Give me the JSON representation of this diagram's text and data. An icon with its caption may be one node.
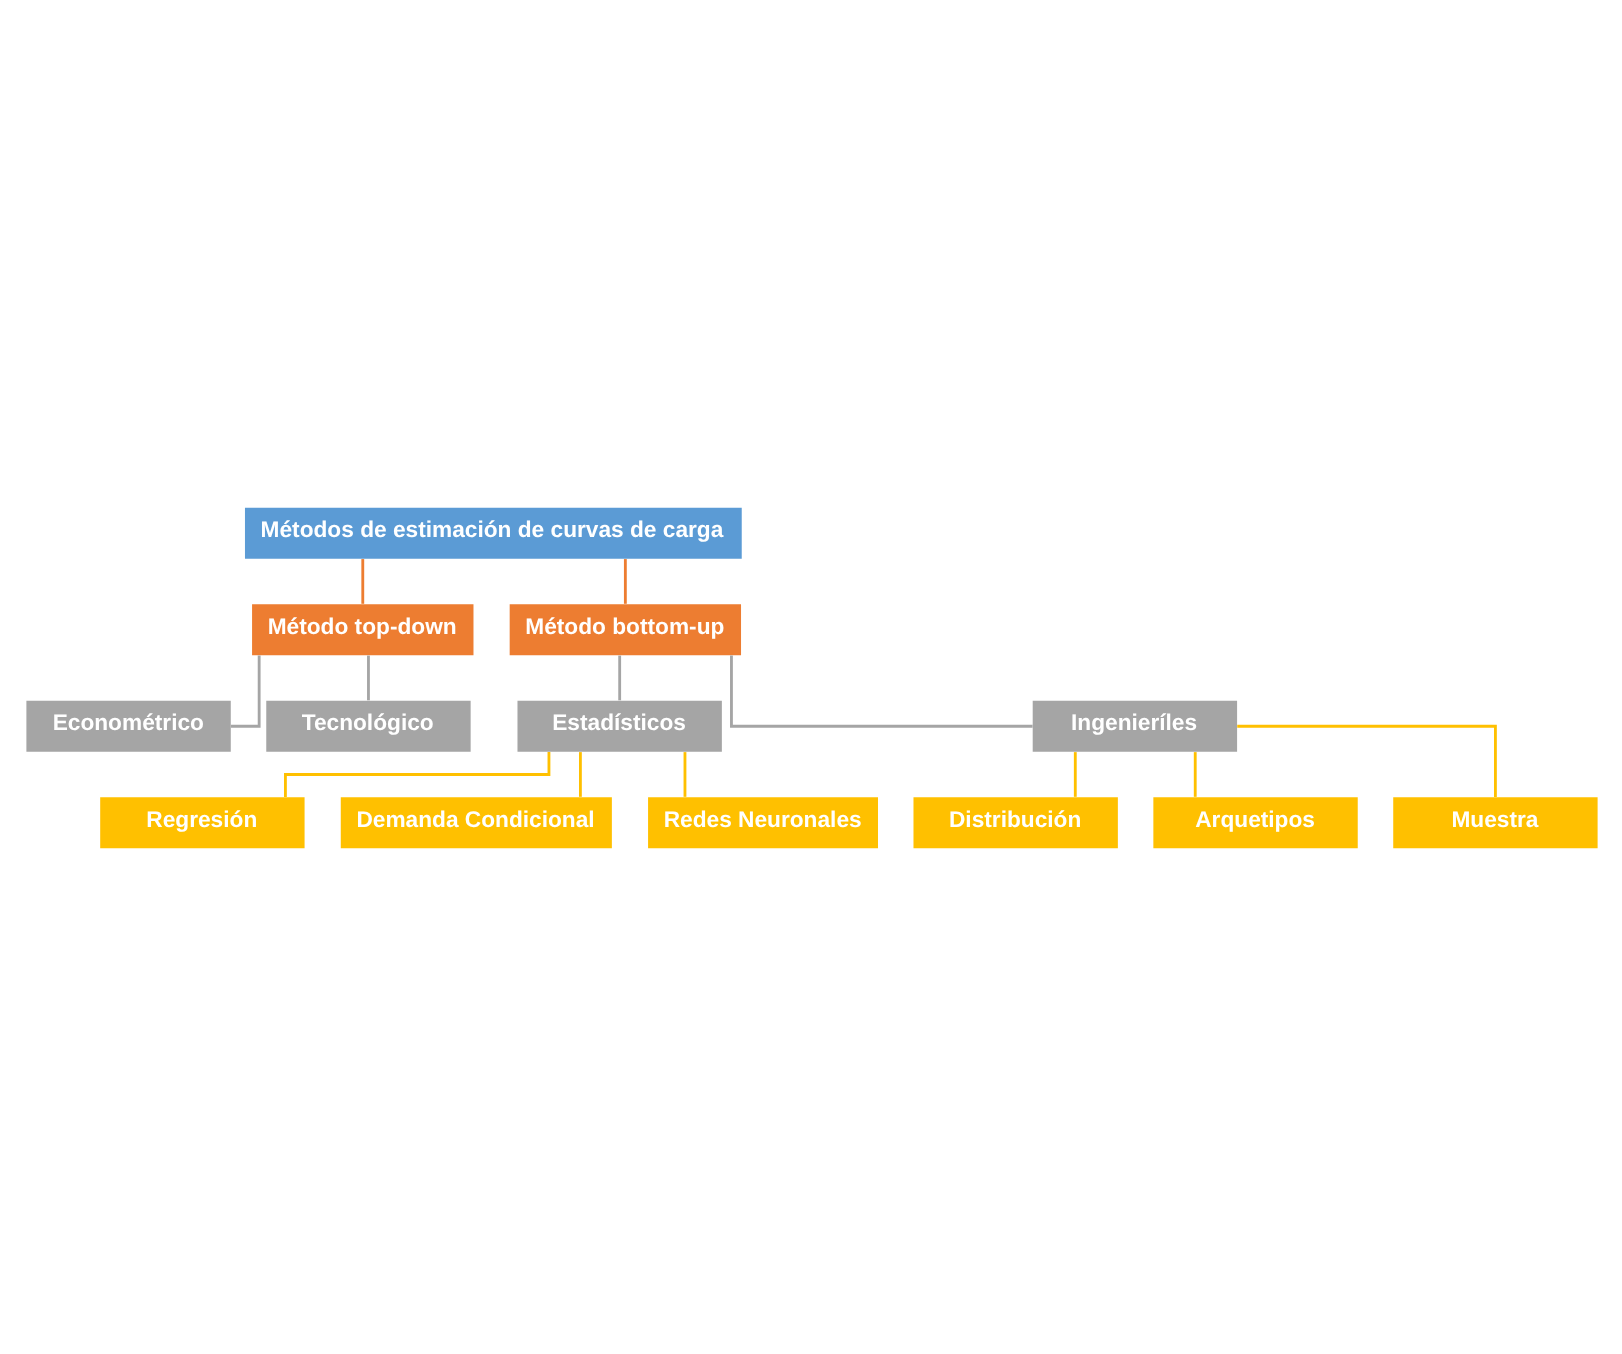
{
  "diagram": {
    "nodes": [
      {
        "text": [
          "Métodos de estimación de curvas de carga"
        ]
      },
      {
        "text": [
          "Método top-down"
        ]
      },
      {
        "text": [
          "Método bottom-up"
        ]
      },
      {
        "text": [
          "Econométrico"
        ]
      },
      {
        "text": [
          "Tecnológico"
        ]
      },
      {
        "text": [
          "Estadísticos"
        ]
      },
      {
        "text": [
          "Ingenieríles"
        ]
      },
      {
        "text": [
          "Regresión"
        ]
      },
      {
        "text": [
          "Demanda Condicional"
        ]
      },
      {
        "text": [
          "Redes Neuronales"
        ]
      },
      {
        "text": [
          "Distribución"
        ]
      },
      {
        "text": [
          "Arquetipos"
        ]
      },
      {
        "text": [
          "Muestra"
        ]
      }
    ],
    "edges": [
      {
        "from": 0,
        "to": 1,
        "arrow": "none",
        "color": "#ed7d31"
      },
      {
        "from": 0,
        "to": 2,
        "arrow": "none",
        "color": "#ed7d31"
      },
      {
        "from": 1,
        "to": 3,
        "arrow": "none",
        "color": "#a5a5a5"
      },
      {
        "from": 1,
        "to": 4,
        "arrow": "none",
        "color": "#a5a5a5"
      },
      {
        "from": 2,
        "to": 5,
        "arrow": "none",
        "color": "#a5a5a5"
      },
      {
        "from": 2,
        "to": 6,
        "arrow": "none",
        "color": "#a5a5a5"
      },
      {
        "from": 5,
        "to": 7,
        "arrow": "none"
      },
      {
        "from": 5,
        "to": 8,
        "arrow": "none"
      },
      {
        "from": 5,
        "to": 9,
        "arrow": "none"
      },
      {
        "from": 6,
        "to": 10,
        "arrow": "none"
      },
      {
        "from": 6,
        "to": 11,
        "arrow": "none"
      },
      {
        "from": 6,
        "to": 12,
        "arrow": "none"
      }
    ]
  }
}
